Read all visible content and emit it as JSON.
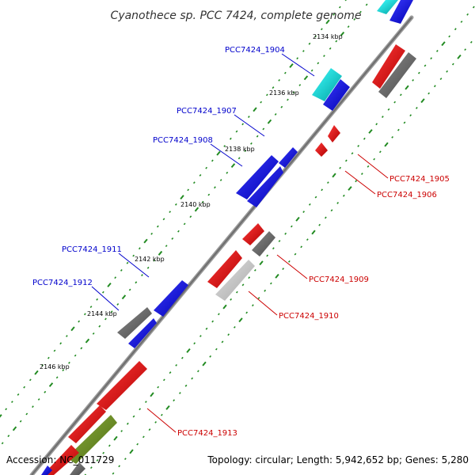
{
  "title": "Cyanothece sp. PCC 7424, complete genome",
  "footer": {
    "accession": "Accession: NC_011729",
    "summary": "Topology: circular; Length: 5,942,652 bp; Genes: 5,280"
  },
  "colors": {
    "forward_gene": "#0000ee",
    "reverse_gene": "#ee0000",
    "rna_gene": "#00cccc",
    "pseudo_gene": "#666666",
    "light_gene": "#c8c8c8",
    "olive_gene": "#6b8e23",
    "forward_label": "#0000cc",
    "reverse_label": "#cc0000",
    "backbone": "#888888",
    "tick": "#228b22"
  },
  "kbp_ticks": [
    {
      "label": "2134 kbp",
      "kbp": 2134
    },
    {
      "label": "2136 kbp",
      "kbp": 2136
    },
    {
      "label": "2138 kbp",
      "kbp": 2138
    },
    {
      "label": "2140 kbp",
      "kbp": 2140
    },
    {
      "label": "2142 kbp",
      "kbp": 2142
    },
    {
      "label": "2144 kbp",
      "kbp": 2144
    },
    {
      "label": "2146 kbp",
      "kbp": 2146
    }
  ],
  "gene_labels": [
    {
      "name": "PCC7424_1904",
      "strand": "forward"
    },
    {
      "name": "PCC7424_1907",
      "strand": "forward"
    },
    {
      "name": "PCC7424_1908",
      "strand": "forward"
    },
    {
      "name": "PCC7424_1911",
      "strand": "forward"
    },
    {
      "name": "PCC7424_1912",
      "strand": "forward"
    },
    {
      "name": "PCC7424_1905",
      "strand": "reverse"
    },
    {
      "name": "PCC7424_1906",
      "strand": "reverse"
    },
    {
      "name": "PCC7424_1909",
      "strand": "reverse"
    },
    {
      "name": "PCC7424_1910",
      "strand": "reverse"
    },
    {
      "name": "PCC7424_1913",
      "strand": "reverse"
    }
  ]
}
